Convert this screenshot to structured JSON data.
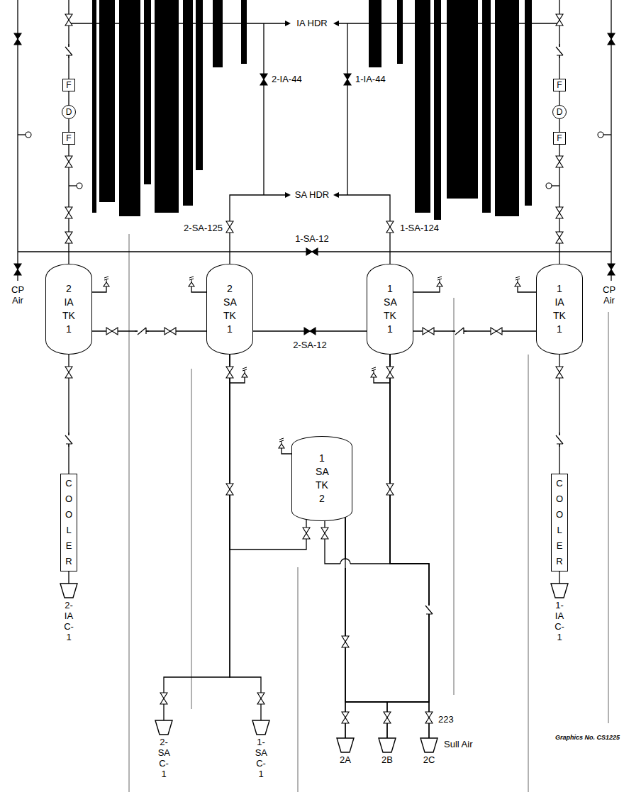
{
  "diagram": {
    "nodes": [
      {
        "text": [
          "F"
        ]
      },
      {
        "text": [
          "D"
        ]
      },
      {
        "text": [
          "F"
        ]
      },
      {
        "text": [
          "F"
        ]
      },
      {
        "text": [
          "D"
        ]
      },
      {
        "text": [
          "F"
        ]
      },
      {
        "text": [
          "2 IA TK 1"
        ]
      },
      {
        "text": [
          "2 SA TK 1"
        ]
      },
      {
        "text": [
          "1 SA TK 1"
        ]
      },
      {
        "text": [
          "1 IA TK 1"
        ]
      },
      {
        "text": [
          "1 SA TK 2"
        ]
      },
      {
        "text": [
          "COOLER"
        ]
      },
      {
        "text": [
          "COOLER"
        ]
      },
      {
        "text": [
          "2-IA C-1"
        ]
      },
      {
        "text": [
          "1-IA C-1"
        ]
      },
      {
        "text": [
          "2-SA C-1"
        ]
      },
      {
        "text": [
          "1-SA C-1"
        ]
      },
      {
        "text": [
          "2A"
        ]
      },
      {
        "text": [
          "2B"
        ]
      },
      {
        "text": [
          "2C"
        ]
      }
    ],
    "edges": [
      {
        "from": 13,
        "to": 11,
        "arrow": "none"
      },
      {
        "from": 11,
        "to": 6,
        "arrow": "none"
      },
      {
        "from": 6,
        "to": 2,
        "arrow": "none"
      },
      {
        "from": 2,
        "to": 1,
        "arrow": "none"
      },
      {
        "from": 1,
        "to": 0,
        "arrow": "none"
      },
      {
        "from": 14,
        "to": 12,
        "arrow": "none"
      },
      {
        "from": 12,
        "to": 9,
        "arrow": "none"
      },
      {
        "from": 9,
        "to": 5,
        "arrow": "none"
      },
      {
        "from": 5,
        "to": 4,
        "arrow": "none"
      },
      {
        "from": 4,
        "to": 3,
        "arrow": "none"
      },
      {
        "from": 6,
        "to": 7,
        "arrow": "none"
      },
      {
        "from": 7,
        "to": 8,
        "arrow": "none"
      },
      {
        "from": 8,
        "to": 9,
        "arrow": "none"
      },
      {
        "from": 15,
        "to": 7,
        "arrow": "none"
      },
      {
        "from": 16,
        "to": 7,
        "arrow": "none"
      },
      {
        "from": 10,
        "to": 7,
        "arrow": "none"
      },
      {
        "from": 10,
        "to": 8,
        "arrow": "none"
      },
      {
        "from": 17,
        "to": 10,
        "arrow": "none"
      },
      {
        "from": 18,
        "to": 10,
        "arrow": "none"
      },
      {
        "from": 19,
        "to": 10,
        "arrow": "none"
      },
      {
        "from": 17,
        "to": 8,
        "arrow": "none"
      },
      {
        "from": 18,
        "to": 8,
        "arrow": "none"
      },
      {
        "from": 19,
        "to": 8,
        "arrow": "none"
      }
    ],
    "labels": [
      "IA HDR",
      "2-IA-44",
      "1-IA-44",
      "SA HDR",
      "2-SA-125",
      "1-SA-12",
      "1-SA-124",
      "CP Air",
      "CP Air",
      "2-SA-12",
      "223",
      "Sull Air",
      "Graphics No. CS1225"
    ]
  }
}
